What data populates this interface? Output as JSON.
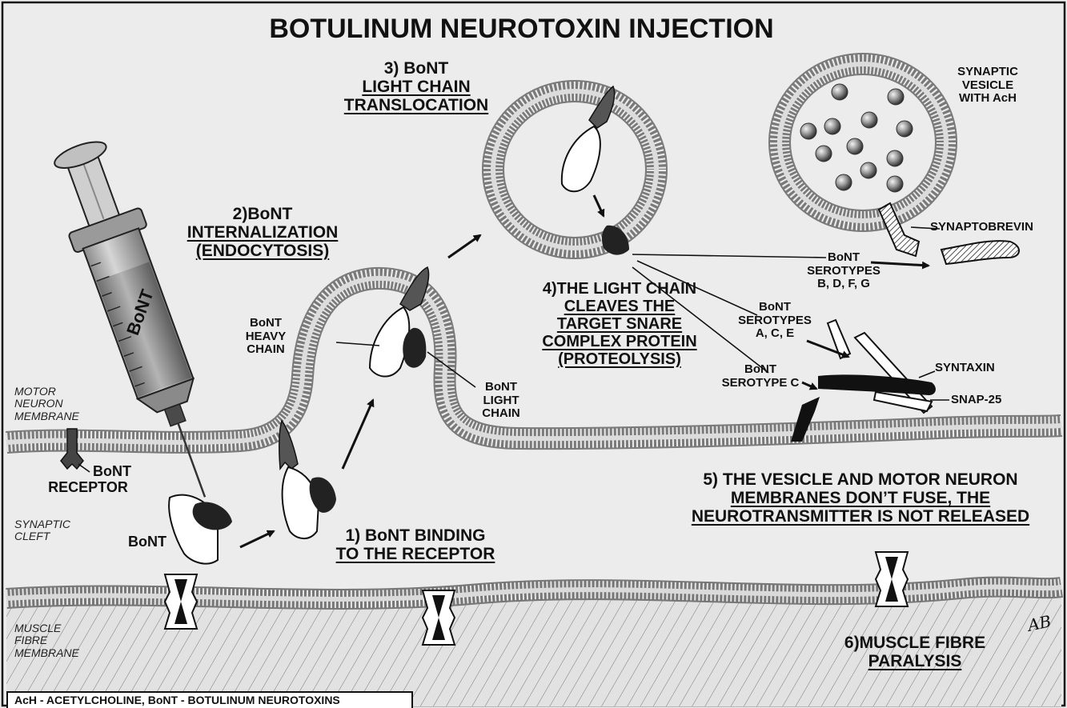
{
  "title": "BOTULINUM NEUROTOXIN INJECTION",
  "steps": {
    "s1": {
      "num": "1)",
      "line1": "BoNT BINDING",
      "line2": "TO THE RECEPTOR"
    },
    "s2": {
      "num": "2)",
      "line1": "BoNT",
      "line2": "INTERNALIZATION",
      "line3": "(ENDOCYTOSIS)"
    },
    "s3": {
      "num": "3)",
      "line1": "BoNT",
      "line2": "LIGHT CHAIN",
      "line3": "TRANSLOCATION"
    },
    "s4": {
      "num": "4)",
      "line1": "THE LIGHT CHAIN",
      "line2": "CLEAVES THE",
      "line3": "TARGET SNARE",
      "line4": "COMPLEX PROTEIN",
      "line5": "(PROTEOLYSIS)"
    },
    "s5": {
      "num": "5)",
      "line1": "THE VESICLE AND MOTOR NEURON",
      "line2": "MEMBRANES DON’T FUSE, THE",
      "line3": "NEUROTRANSMITTER IS NOT RELEASED"
    },
    "s6": {
      "num": "6)",
      "line1": "MUSCLE FIBRE",
      "line2": "PARALYSIS"
    }
  },
  "labels": {
    "synaptic_vesicle": [
      "SYNAPTIC",
      "VESICLE",
      "WITH AcH"
    ],
    "synaptobrevin": "SYNAPTOBREVIN",
    "serotypes_bdfg": [
      "BoNT",
      "SEROTYPES",
      "B, D, F, G"
    ],
    "serotypes_ace": [
      "BoNT",
      "SEROTYPES",
      "A, C, E"
    ],
    "serotype_c": [
      "BoNT",
      "SEROTYPE C"
    ],
    "syntaxin": "SYNTAXIN",
    "snap25": "SNAP-25",
    "heavy_chain": [
      "BoNT",
      "HEAVY",
      "CHAIN"
    ],
    "light_chain": [
      "BoNT",
      "LIGHT",
      "CHAIN"
    ],
    "receptor": [
      "BoNT",
      "RECEPTOR"
    ],
    "bont": "BoNT",
    "syringe_text": "BoNT",
    "motor_neuron_membrane": [
      "MOTOR",
      "NEURON",
      "MEMBRANE"
    ],
    "synaptic_cleft": [
      "SYNAPTIC",
      "CLEFT"
    ],
    "muscle_fibre_membrane": [
      "MUSCLE",
      "FIBRE",
      "MEMBRANE"
    ],
    "signature": "AB"
  },
  "footer": "AcH - ACETYLCHOLINE, BoNT - BOTULINUM NEUROTOXINS"
}
